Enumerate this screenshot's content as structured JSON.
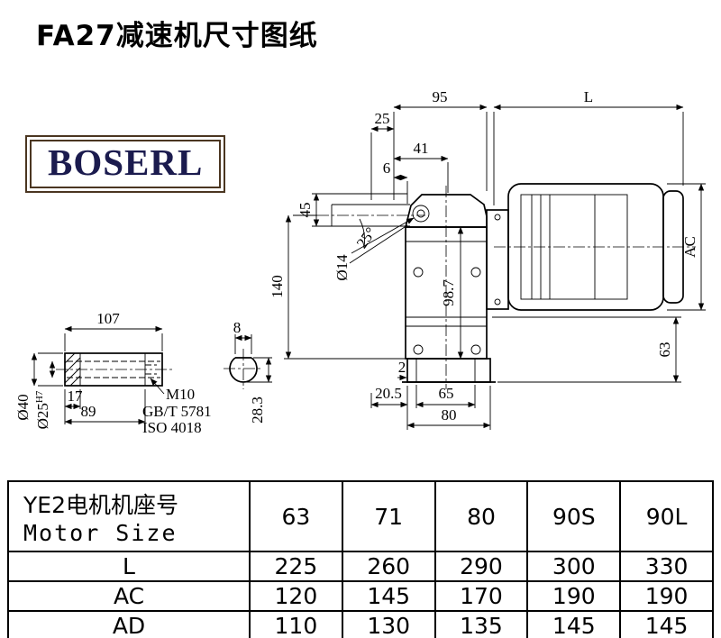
{
  "page": {
    "title": "FA27减速机尺寸图纸"
  },
  "logo": {
    "text": "BOSERL"
  },
  "drawing": {
    "dims": {
      "d95": "95",
      "d25": "25",
      "L": "L",
      "d41": "41",
      "d6": "6",
      "d45": "45",
      "d140": "140",
      "dia14": "Ø14",
      "a25": "25°",
      "d98_7": "98.7",
      "AC": "AC",
      "d63": "63",
      "d2": "2",
      "d20_5": "20.5",
      "d65": "65",
      "d80": "80",
      "d107": "107",
      "d17": "17",
      "d89": "89",
      "m10": "M10",
      "gbt": "GB/T 5781",
      "iso": "ISO 4018",
      "dia40": "Ø40",
      "dia25": "Ø25",
      "dia25_sup": "H7",
      "d8": "8",
      "d28_3": "28.3"
    }
  },
  "table": {
    "header": {
      "line1": "YE2电机机座号",
      "line2": "Motor Size"
    },
    "columns": [
      "63",
      "71",
      "80",
      "90S",
      "90L"
    ],
    "rows": [
      {
        "label": "L",
        "values": [
          "225",
          "260",
          "290",
          "300",
          "330"
        ]
      },
      {
        "label": "AC",
        "values": [
          "120",
          "145",
          "170",
          "190",
          "190"
        ]
      },
      {
        "label": "AD",
        "values": [
          "110",
          "130",
          "135",
          "145",
          "145"
        ]
      }
    ]
  }
}
